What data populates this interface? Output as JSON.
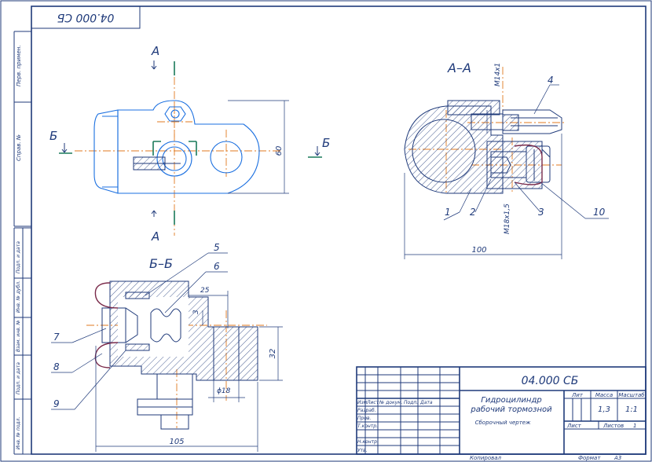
{
  "stamp_top": "04.000 СБ",
  "side_labels": {
    "perv_primen": "Перв. примен.",
    "sprav": "Справ. №",
    "podp_data_1": "Подп. и дата",
    "inv_dubl": "Инв. № дубл.",
    "vzam_inv": "Взам. инв. №",
    "podp_data_2": "Подп. и дата",
    "inv_podl": "Инв. № подл."
  },
  "views": {
    "section_aa_mark": "А",
    "section_bb_mark": "Б",
    "section_aa_title": "А–А",
    "section_bb_title": "Б–Б"
  },
  "dimensions": {
    "d60": "60",
    "d100": "100",
    "d25": "25",
    "d3": "3",
    "d32": "32",
    "d18": "ϕ18",
    "d105": "105",
    "thread_m14": "M14x1",
    "thread_m18": "M18x1,5"
  },
  "callouts": [
    "1",
    "2",
    "3",
    "4",
    "5",
    "6",
    "7",
    "8",
    "9",
    "10"
  ],
  "title_block": {
    "designation": "04.000 СБ",
    "name_line1": "Гидроцилиндр",
    "name_line2": "рабочий тормозной",
    "doc_type": "Сборочный чертеж",
    "col_lit": "Лит",
    "col_massa": "Масса",
    "col_masshtab": "Масштаб",
    "massa": "1,3",
    "masshtab": "1:1",
    "list_label": "Лист",
    "listov_label": "Листов",
    "listov_value": "1",
    "hdr_izm": "Изм",
    "hdr_list": "Лист",
    "hdr_ndokum": "№ докум.",
    "hdr_podp": "Подп.",
    "hdr_data": "Дата",
    "razrab": "Разраб.",
    "prov": "Пров.",
    "tkontr": "Т.контр.",
    "nkontr": "Н.контр.",
    "utv": "Утв.",
    "kopiroval": "Копировал",
    "format_label": "Формат",
    "format_value": "А3"
  }
}
